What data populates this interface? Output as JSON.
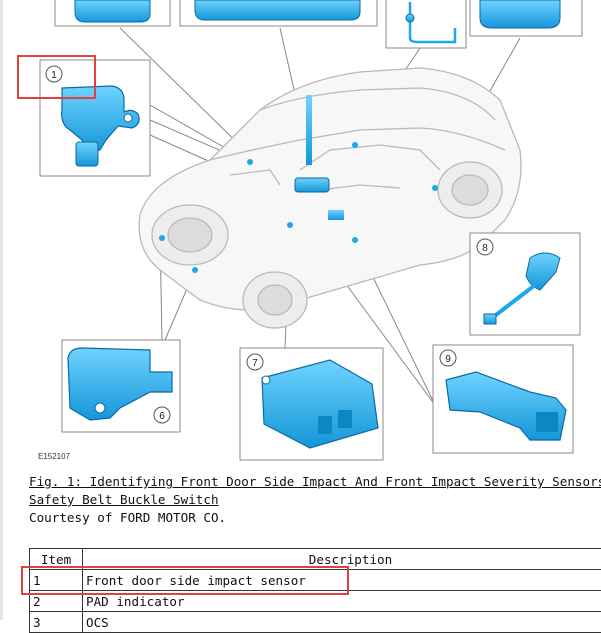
{
  "figure": {
    "figure_id": "E152107",
    "callouts": [
      "1",
      "6",
      "7",
      "8",
      "9"
    ],
    "accent_color": "#1ea7e6",
    "highlight_color": "#e0403e"
  },
  "caption": {
    "line1": "Fig. 1: Identifying Front Door Side Impact And Front Impact Severity Sensors,",
    "line2": "Safety Belt Buckle Switch",
    "courtesy": "Courtesy of FORD MOTOR CO."
  },
  "table": {
    "headers": [
      "Item",
      "Description"
    ],
    "rows": [
      {
        "item": "1",
        "description": "Front door side impact sensor"
      },
      {
        "item": "2",
        "description": "PAD indicator"
      },
      {
        "item": "3",
        "description": "OCS"
      }
    ]
  }
}
